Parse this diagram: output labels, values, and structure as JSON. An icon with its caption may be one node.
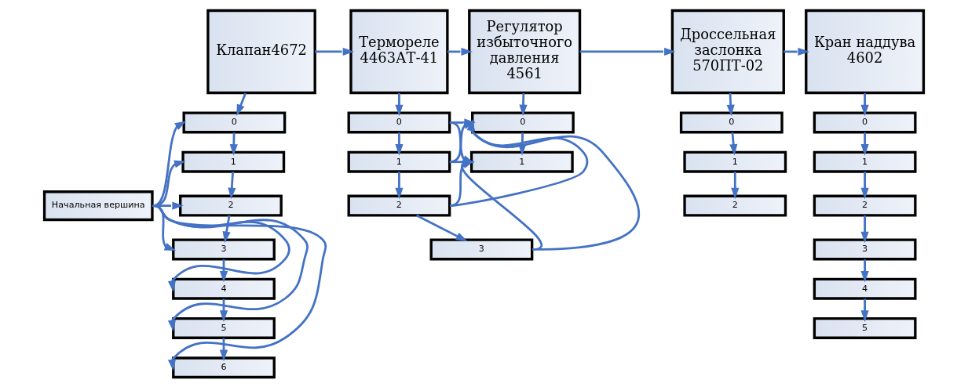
{
  "diagram": {
    "nodes": [
      {
        "text": [
          "Начальная вершина"
        ]
      },
      {
        "text": [
          "Клапан4672"
        ]
      },
      {
        "text": [
          "0"
        ]
      },
      {
        "text": [
          "1"
        ]
      },
      {
        "text": [
          "2"
        ]
      },
      {
        "text": [
          "3"
        ]
      },
      {
        "text": [
          "4"
        ]
      },
      {
        "text": [
          "5"
        ]
      },
      {
        "text": [
          "6"
        ]
      },
      {
        "text": [
          "Термореле 4463АТ-41"
        ]
      },
      {
        "text": [
          "0"
        ]
      },
      {
        "text": [
          "1"
        ]
      },
      {
        "text": [
          "2"
        ]
      },
      {
        "text": [
          "3"
        ]
      },
      {
        "text": [
          "Регулятор избыточного давления 4561"
        ]
      },
      {
        "text": [
          "0"
        ]
      },
      {
        "text": [
          "1"
        ]
      },
      {
        "text": [
          "Дроссельная заслонка 570ПТ-02"
        ]
      },
      {
        "text": [
          "0"
        ]
      },
      {
        "text": [
          "1"
        ]
      },
      {
        "text": [
          "2"
        ]
      },
      {
        "text": [
          "Кран наддува 4602"
        ]
      },
      {
        "text": [
          "0"
        ]
      },
      {
        "text": [
          "1"
        ]
      },
      {
        "text": [
          "2"
        ]
      },
      {
        "text": [
          "3"
        ]
      },
      {
        "text": [
          "4"
        ]
      },
      {
        "text": [
          "5"
        ]
      }
    ],
    "edges": [
      {
        "from": 1,
        "to": 9,
        "arrow": "to"
      },
      {
        "from": 9,
        "to": 14,
        "arrow": "to"
      },
      {
        "from": 14,
        "to": 17,
        "arrow": "to"
      },
      {
        "from": 17,
        "to": 21,
        "arrow": "to"
      },
      {
        "from": 1,
        "to": 2,
        "arrow": "to"
      },
      {
        "from": 2,
        "to": 3,
        "arrow": "to"
      },
      {
        "from": 3,
        "to": 4,
        "arrow": "to"
      },
      {
        "from": 4,
        "to": 5,
        "arrow": "to"
      },
      {
        "from": 5,
        "to": 6,
        "arrow": "to"
      },
      {
        "from": 6,
        "to": 7,
        "arrow": "to"
      },
      {
        "from": 7,
        "to": 8,
        "arrow": "to"
      },
      {
        "from": 0,
        "to": 2,
        "arrow": "to"
      },
      {
        "from": 0,
        "to": 3,
        "arrow": "to"
      },
      {
        "from": 0,
        "to": 4,
        "arrow": "to"
      },
      {
        "from": 0,
        "to": 5,
        "arrow": "to"
      },
      {
        "from": 0,
        "to": 6,
        "arrow": "to"
      },
      {
        "from": 0,
        "to": 7,
        "arrow": "to"
      },
      {
        "from": 0,
        "to": 8,
        "arrow": "to"
      },
      {
        "from": 9,
        "to": 10,
        "arrow": "to"
      },
      {
        "from": 10,
        "to": 11,
        "arrow": "to"
      },
      {
        "from": 11,
        "to": 12,
        "arrow": "to"
      },
      {
        "from": 12,
        "to": 13,
        "arrow": "to"
      },
      {
        "from": 10,
        "to": 15,
        "arrow": "to"
      },
      {
        "from": 10,
        "to": 16,
        "arrow": "to"
      },
      {
        "from": 11,
        "to": 15,
        "arrow": "to"
      },
      {
        "from": 11,
        "to": 16,
        "arrow": "to"
      },
      {
        "from": 12,
        "to": 15,
        "arrow": "to"
      },
      {
        "from": 12,
        "to": 16,
        "arrow": "to"
      },
      {
        "from": 13,
        "to": 15,
        "arrow": "to"
      },
      {
        "from": 13,
        "to": 16,
        "arrow": "to"
      },
      {
        "from": 14,
        "to": 15,
        "arrow": "to"
      },
      {
        "from": 15,
        "to": 16,
        "arrow": "to"
      },
      {
        "from": 17,
        "to": 18,
        "arrow": "to"
      },
      {
        "from": 18,
        "to": 19,
        "arrow": "to"
      },
      {
        "from": 19,
        "to": 20,
        "arrow": "to"
      },
      {
        "from": 21,
        "to": 22,
        "arrow": "to"
      },
      {
        "from": 22,
        "to": 23,
        "arrow": "to"
      },
      {
        "from": 23,
        "to": 24,
        "arrow": "to"
      },
      {
        "from": 24,
        "to": 25,
        "arrow": "to"
      },
      {
        "from": 25,
        "to": 26,
        "arrow": "to"
      },
      {
        "from": 26,
        "to": 27,
        "arrow": "to"
      }
    ]
  }
}
